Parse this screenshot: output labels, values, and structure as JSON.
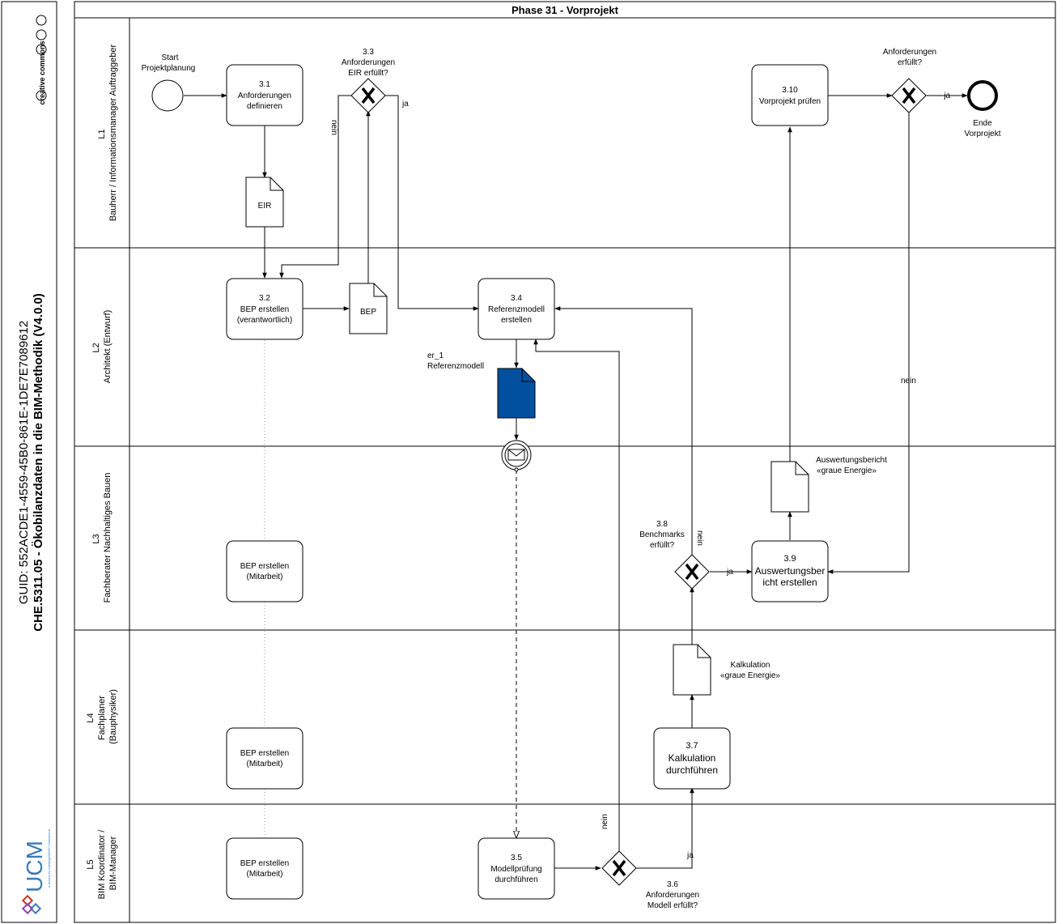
{
  "diagram": {
    "pool_title": "Phase 31 - Vorprojekt",
    "guid_line": "GUID: 552ACDE1-4559-45B0-861E-1DE7E7089612",
    "title_line": "CHE.5311.05 - Ökobilanzdaten in die BIM-Methodik (V4.0.0)",
    "cc_logo": "creative commons",
    "ucm_logo": "UCM",
    "ucm_tagline": "a service by buildingSMART Switzerland",
    "lanes": [
      {
        "id": "L1",
        "lines": [
          "L1",
          "Bauherr / Informationsmanager Auftraggeber"
        ]
      },
      {
        "id": "L2",
        "lines": [
          "L2",
          "Architekt (Entwurf)"
        ]
      },
      {
        "id": "L3",
        "lines": [
          "L3",
          "Fachberater Nachhaltiges Bauen"
        ]
      },
      {
        "id": "L4",
        "lines": [
          "L4",
          "Fachplaner",
          "(Bauphysiker)"
        ]
      },
      {
        "id": "L5",
        "lines": [
          "L5",
          "BIM Koordinator /",
          "BIM-Manager"
        ]
      }
    ],
    "start_event": [
      "Start",
      "Projektplanung"
    ],
    "end_event": [
      "Ende",
      "Vorprojekt"
    ],
    "tasks": {
      "t31": [
        "3.1",
        "Anforderungen",
        "definieren"
      ],
      "t32": [
        "3.2",
        "BEP erstellen",
        "(verantwortlich)"
      ],
      "t34": [
        "3.4",
        "Referenzmodell",
        "erstellen"
      ],
      "t35": [
        "3.5",
        "Modellprüfung",
        "durchführen"
      ],
      "t37": [
        "3.7",
        "Kalkulation",
        "durchführen"
      ],
      "t39": [
        "3.9",
        "Auswertungsber",
        "icht erstellen"
      ],
      "t310": [
        "3.10",
        "Vorprojekt prüfen"
      ],
      "bep_l3": [
        "BEP erstellen",
        "(Mitarbeit)"
      ],
      "bep_l4": [
        "BEP erstellen",
        "(Mitarbeit)"
      ],
      "bep_l5": [
        "BEP erstellen",
        "(Mitarbeit)"
      ]
    },
    "gateways": {
      "g33": [
        "3.3",
        "Anforderungen",
        "EIR erfüllt?"
      ],
      "g36": [
        "3.6",
        "Anforderungen",
        "Modell erfüllt?"
      ],
      "g38": [
        "3.8",
        "Benchmarks",
        "erfüllt?"
      ],
      "g_end": [
        "Anforderungen",
        "erfüllt?"
      ]
    },
    "documents": {
      "eir": "EIR",
      "bep": "BEP",
      "referenzmodell": [
        "er_1",
        "Referenzmodell"
      ],
      "auswertungsbericht": [
        "Auswertungsbericht",
        "«graue Energie»"
      ],
      "kalkulation": [
        "Kalkulation",
        "«graue Energie»"
      ]
    },
    "flow_labels": {
      "ja": "ja",
      "nein": "nein",
      "ja_dash": "-ja"
    },
    "colors": {
      "data_object_fill": "#0050a0",
      "logo_blue": "#3a7ab8",
      "logo_red": "#c0392b"
    }
  }
}
